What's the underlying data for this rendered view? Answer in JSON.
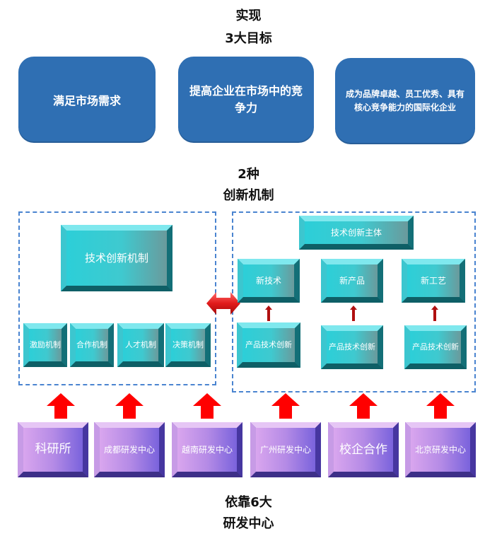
{
  "top_heading": {
    "line1": "实现",
    "line2": "3大目标"
  },
  "goals": [
    "满足市场需求",
    "提高企业在市场中的竞争力",
    "成为品牌卓越、员工优秀、具有核心竞争能力的国际化企业"
  ],
  "mid_heading": {
    "line1": "2种",
    "line2": "创新机制"
  },
  "left_panel": {
    "main": "技术创新机制",
    "subs": [
      "激励机制",
      "合作机制",
      "人才机制",
      "决策机制"
    ]
  },
  "right_panel": {
    "main": "技术创新主体",
    "tops": [
      "新技术",
      "新产品",
      "新工艺"
    ],
    "bottoms": [
      "产品技术创新",
      "产品技术创新",
      "产品技术创新"
    ]
  },
  "centers": [
    "科研所",
    "成都研发中心",
    "越南研发中心",
    "广州研发中心",
    "校企合作",
    "北京研发中心"
  ],
  "bottom_heading": {
    "line1": "依靠6大",
    "line2": "研发中心"
  },
  "colors": {
    "goal_blue": "#2f6fb3",
    "dash_blue": "#4a84d0",
    "arrow_red": "#ff0000",
    "dark_red": "#b01010"
  }
}
